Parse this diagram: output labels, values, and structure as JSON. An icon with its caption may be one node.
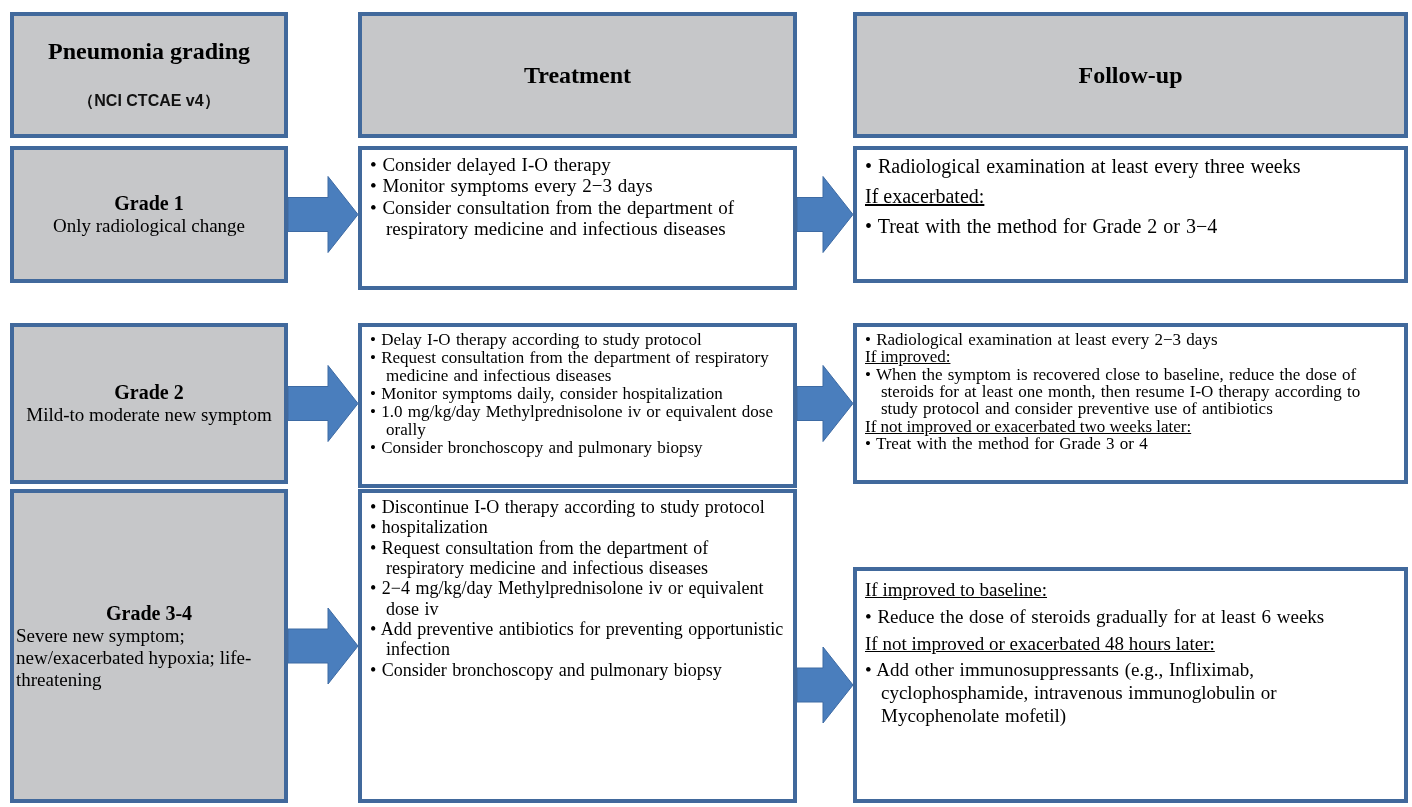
{
  "diagram": {
    "nodes": [
      {
        "text": [
          "Pneumonia grading",
          "（NCI CTCAE v4）"
        ]
      },
      {
        "text": [
          "Treatment"
        ]
      },
      {
        "text": [
          "Follow-up"
        ]
      },
      {
        "text": [
          "Grade 1",
          "Only radiological change"
        ]
      },
      {
        "text": [
          "• Consider delayed I-O therapy",
          "• Monitor symptoms every 2−3 days",
          "• Consider consultation from the department of respiratory medicine and infectious diseases"
        ]
      },
      {
        "text": [
          "• Radiological examination at least every three weeks",
          "If exacerbated:",
          "• Treat with the method for Grade 2 or 3−4"
        ]
      },
      {
        "text": [
          "Grade 2",
          "Mild-to moderate new symptom"
        ]
      },
      {
        "text": [
          "• Delay I-O therapy according to study protocol",
          "• Request consultation from the department of respiratory medicine and infectious diseases",
          "• Monitor symptoms daily, consider hospitalization",
          "• 1.0 mg/kg/day Methylprednisolone iv or equivalent dose orally",
          "• Consider bronchoscopy and pulmonary biopsy"
        ]
      },
      {
        "text": [
          "• Radiological examination at least every 2−3 days",
          "If improved:",
          "• When the symptom is recovered close to baseline, reduce the dose of steroids for at least one month, then resume I-O therapy according to study protocol and consider preventive use of antibiotics",
          "If not improved or exacerbated two weeks later:",
          "• Treat with the method for Grade 3 or 4"
        ]
      },
      {
        "text": [
          "Grade 3-4",
          "Severe new symptom; new/exacerbated hypoxia; life-threatening"
        ]
      },
      {
        "text": [
          "• Discontinue I-O therapy according to study protocol",
          "• hospitalization",
          "• Request consultation from the department of respiratory medicine and infectious diseases",
          "• 2−4 mg/kg/day Methylprednisolone iv or equivalent dose iv",
          "• Add preventive antibiotics for preventing opportunistic infection",
          "• Consider bronchoscopy and pulmonary biopsy"
        ]
      },
      {
        "text": [
          "If improved to baseline:",
          "• Reduce the dose of steroids gradually for at least 6 weeks",
          "If not improved or exacerbated 48 hours later:",
          "• Add other immunosuppressants (e.g., Infliximab, cyclophosphamide, intravenous immunoglobulin or Mycophenolate mofetil)"
        ]
      }
    ],
    "edges": [
      {
        "from": 3,
        "to": 4,
        "arrow": "to"
      },
      {
        "from": 4,
        "to": 5,
        "arrow": "to"
      },
      {
        "from": 6,
        "to": 7,
        "arrow": "to"
      },
      {
        "from": 7,
        "to": 8,
        "arrow": "to"
      },
      {
        "from": 9,
        "to": 10,
        "arrow": "to"
      },
      {
        "from": 10,
        "to": 11,
        "arrow": "to"
      }
    ]
  }
}
